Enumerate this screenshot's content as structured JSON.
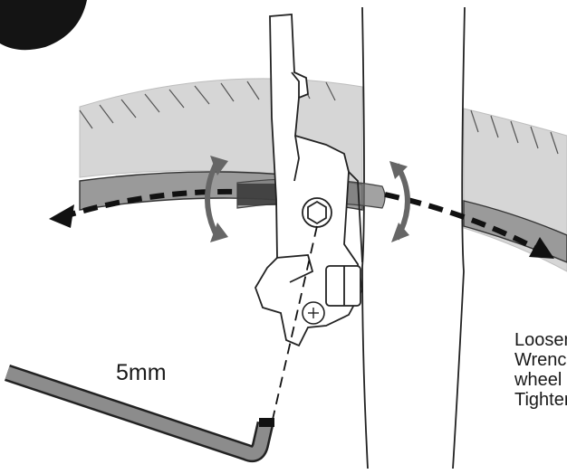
{
  "diagram": {
    "wrench_label": "5mm",
    "instructions": [
      "Loosen b",
      "Wrench t",
      "wheel rin",
      "Tighten b"
    ]
  },
  "icons": [
    "step-number-badge-icon",
    "hex-wrench-icon",
    "rotate-arrow-icon",
    "direction-arrow-icon",
    "hex-bolt-icon",
    "phillips-screw-icon"
  ]
}
